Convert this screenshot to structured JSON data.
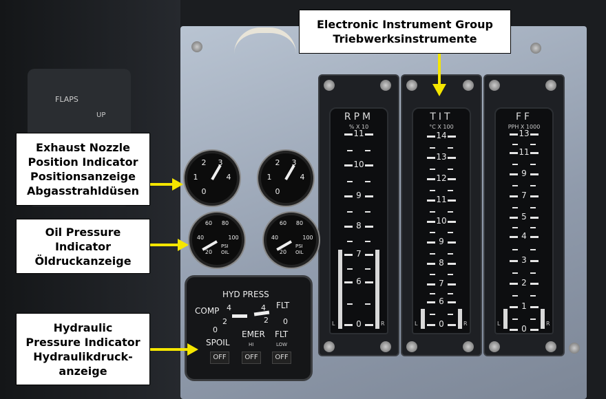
{
  "labels": {
    "electronic_group": [
      "Electronic Instrument Group",
      "Triebwerksinstrumente"
    ],
    "nozzle": [
      "Exhaust Nozzle",
      "Position Indicator",
      "Positionsanzeige",
      "Abgasstrahldüsen"
    ],
    "oil": [
      "Oil Pressure",
      "Indicator",
      "Öldruckanzeige"
    ],
    "hydraulic": [
      "Hydraulic",
      "Pressure Indicator",
      "Hydraulikdruck-",
      "anzeige"
    ]
  },
  "rpm": {
    "title": "RPM",
    "sub": "% X 10",
    "scale": [
      "11",
      "10",
      "9",
      "8",
      "7",
      "6",
      "0"
    ],
    "l": "L",
    "r": "R",
    "left_level": 0.4,
    "right_level": 0.4
  },
  "tit": {
    "title": "TIT",
    "sub": "°C  X  100",
    "scale": [
      "14",
      "13",
      "12",
      "11",
      "10",
      "9",
      "8",
      "7",
      "6",
      "0"
    ],
    "l": "L",
    "r": "R",
    "left_level": 0.1,
    "right_level": 0.1
  },
  "ff": {
    "title": "FF",
    "sub": "PPH  X  1000",
    "scale": [
      "13",
      "11",
      "9",
      "7",
      "5",
      "4",
      "3",
      "2",
      "1",
      "0"
    ],
    "l": "L",
    "r": "R",
    "left_level": 0.1,
    "right_level": 0.1
  },
  "nozzle_gauge": {
    "scale": [
      "0",
      "1",
      "2",
      "3",
      "4"
    ]
  },
  "oil_gauge": {
    "scale": [
      "20",
      "40",
      "60",
      "80",
      "100"
    ],
    "unit1": "PSI",
    "unit2": "OIL"
  },
  "hyd": {
    "title": "HYD PRESS",
    "comp": "COMP",
    "flt": "FLT",
    "scale_l": [
      "0",
      "2",
      "4"
    ],
    "scale_r": [
      "0",
      "2",
      "4"
    ],
    "spoil": "SPOIL",
    "emer": "EMER",
    "hi": "HI",
    "flt2": "FLT",
    "low": "LOW",
    "off": "OFF"
  },
  "left_panel": {
    "flaps": "FLAPS",
    "up": "UP"
  }
}
